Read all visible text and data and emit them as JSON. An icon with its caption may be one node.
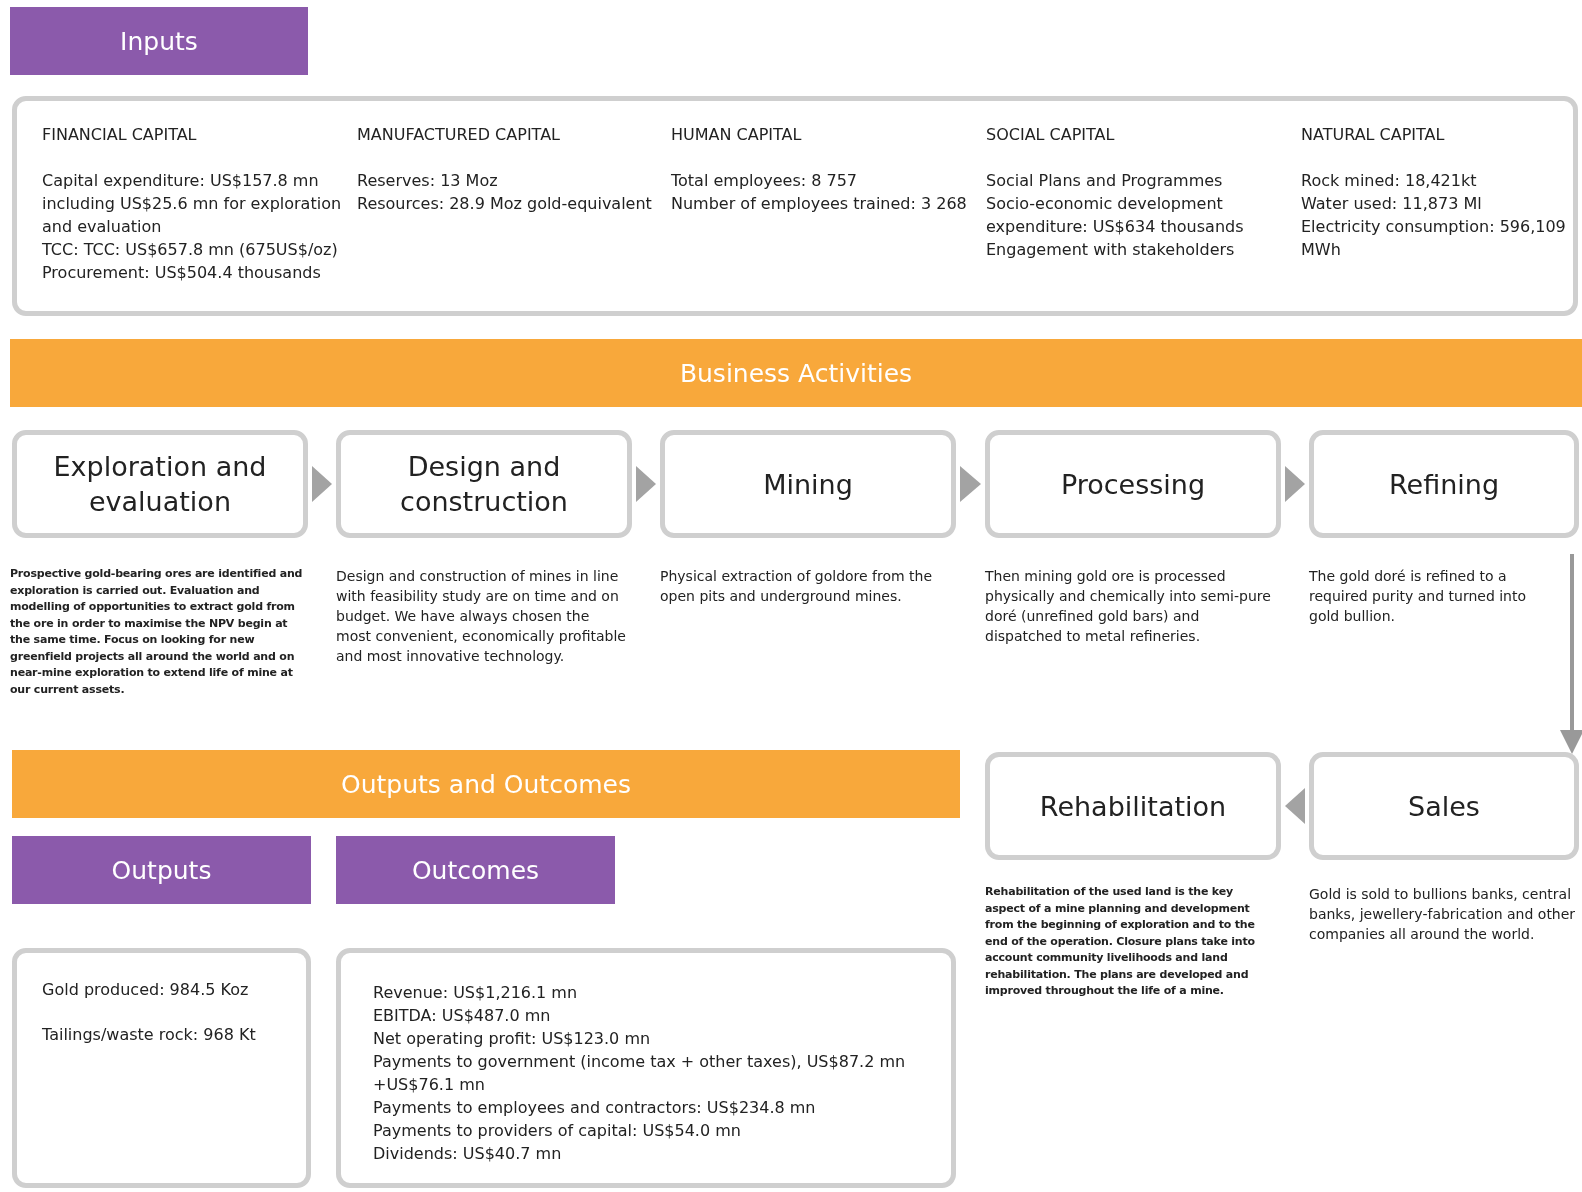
{
  "diagram": {
    "nodes": [
      {
        "text": [
          "Inputs"
        ]
      },
      {
        "text": [
          "FINANCIAL CAPITAL",
          "Capital expenditure: US$157.8 mn including US$25.6 mn for exploration and evaluation",
          "TCC: TCC: US$657.8 mn (675US$/oz)",
          "Procurement: US$504.4 thousands",
          "MANUFACTURED CAPITAL",
          "Reserves: 13 Moz",
          "Resources: 28.9 Moz gold-equivalent",
          "HUMAN CAPITAL",
          "Total employees: 8 757",
          "Number of employees trained: 3 268",
          "SOCIAL CAPITAL",
          "Social Plans and Programmes",
          "Socio-economic development expenditure: US$634 thousands",
          "Engagement with stakeholders",
          "NATURAL CAPITAL",
          "Rock mined: 18,421kt",
          "Water used: 11,873 Ml",
          "Electricity consumption: 596,109 MWh"
        ]
      },
      {
        "text": [
          "Business Activities"
        ]
      },
      {
        "text": [
          "Exploration and evaluation"
        ],
        "beside": [
          "Prospective gold-bearing ores are identified and exploration is carried out. Evaluation and modelling of opportunities to extract gold from the ore in order to maximise the NPV begin at the same time. Focus on looking for new greenfield projects all around the world and on near-mine exploration to extend life of mine at our current assets."
        ]
      },
      {
        "text": [
          "Design and construction"
        ],
        "beside": [
          "Design and construction of mines in line with feasibility study are on time and on budget. We have always chosen the most convenient, economically profitable and most innovative technology."
        ]
      },
      {
        "text": [
          "Mining"
        ],
        "beside": [
          "Physical extraction of goldore from the open pits and underground mines."
        ]
      },
      {
        "text": [
          "Processing"
        ],
        "beside": [
          "Then  mining gold ore is processed physically and chemically into semi-pure doré (unrefined gold bars) and dispatched to metal refineries."
        ]
      },
      {
        "text": [
          "Refining"
        ],
        "beside": [
          "The gold doré is refined to a required purity and turned  into gold bullion."
        ]
      },
      {
        "text": [
          "Outputs and Outcomes"
        ]
      },
      {
        "text": [
          "Rehabilitation"
        ],
        "beside": [
          "Rehabilitation of the used land is the key aspect of a mine planning and development from the beginning of exploration and to the end of the operation. Closure plans take into account community livelihoods and land rehabilitation. The plans are developed and improved throughout the life of a  mine."
        ]
      },
      {
        "text": [
          "Sales"
        ],
        "beside": [
          "Gold is sold to bullions banks, central banks, jewellery-fabrication and other companies all around the world."
        ]
      },
      {
        "text": [
          "Outputs"
        ]
      },
      {
        "text": [
          "Outcomes"
        ]
      },
      {
        "text": [
          "Gold produced: 984.5 Koz",
          "Tailings/waste rock: 968 Kt"
        ]
      },
      {
        "text": [
          "Revenue: US$1,216.1 mn",
          "EBITDA: US$487.0 mn",
          "Net operating profit: US$123.0 mn",
          "Payments to government (income tax + other taxes), US$87.2 mn +US$76.1 mn",
          "Payments to employees and contractors: US$234.8 mn",
          "Payments to providers of capital: US$54.0 mn",
          "Dividends: US$40.7 mn"
        ]
      }
    ],
    "edges": [
      {
        "from": 3,
        "to": 4,
        "arrow": "to"
      },
      {
        "from": 4,
        "to": 5,
        "arrow": "to"
      },
      {
        "from": 5,
        "to": 6,
        "arrow": "to"
      },
      {
        "from": 6,
        "to": 7,
        "arrow": "to"
      },
      {
        "from": 7,
        "to": 10,
        "arrow": "to"
      },
      {
        "from": 10,
        "to": 9,
        "arrow": "to"
      }
    ]
  }
}
